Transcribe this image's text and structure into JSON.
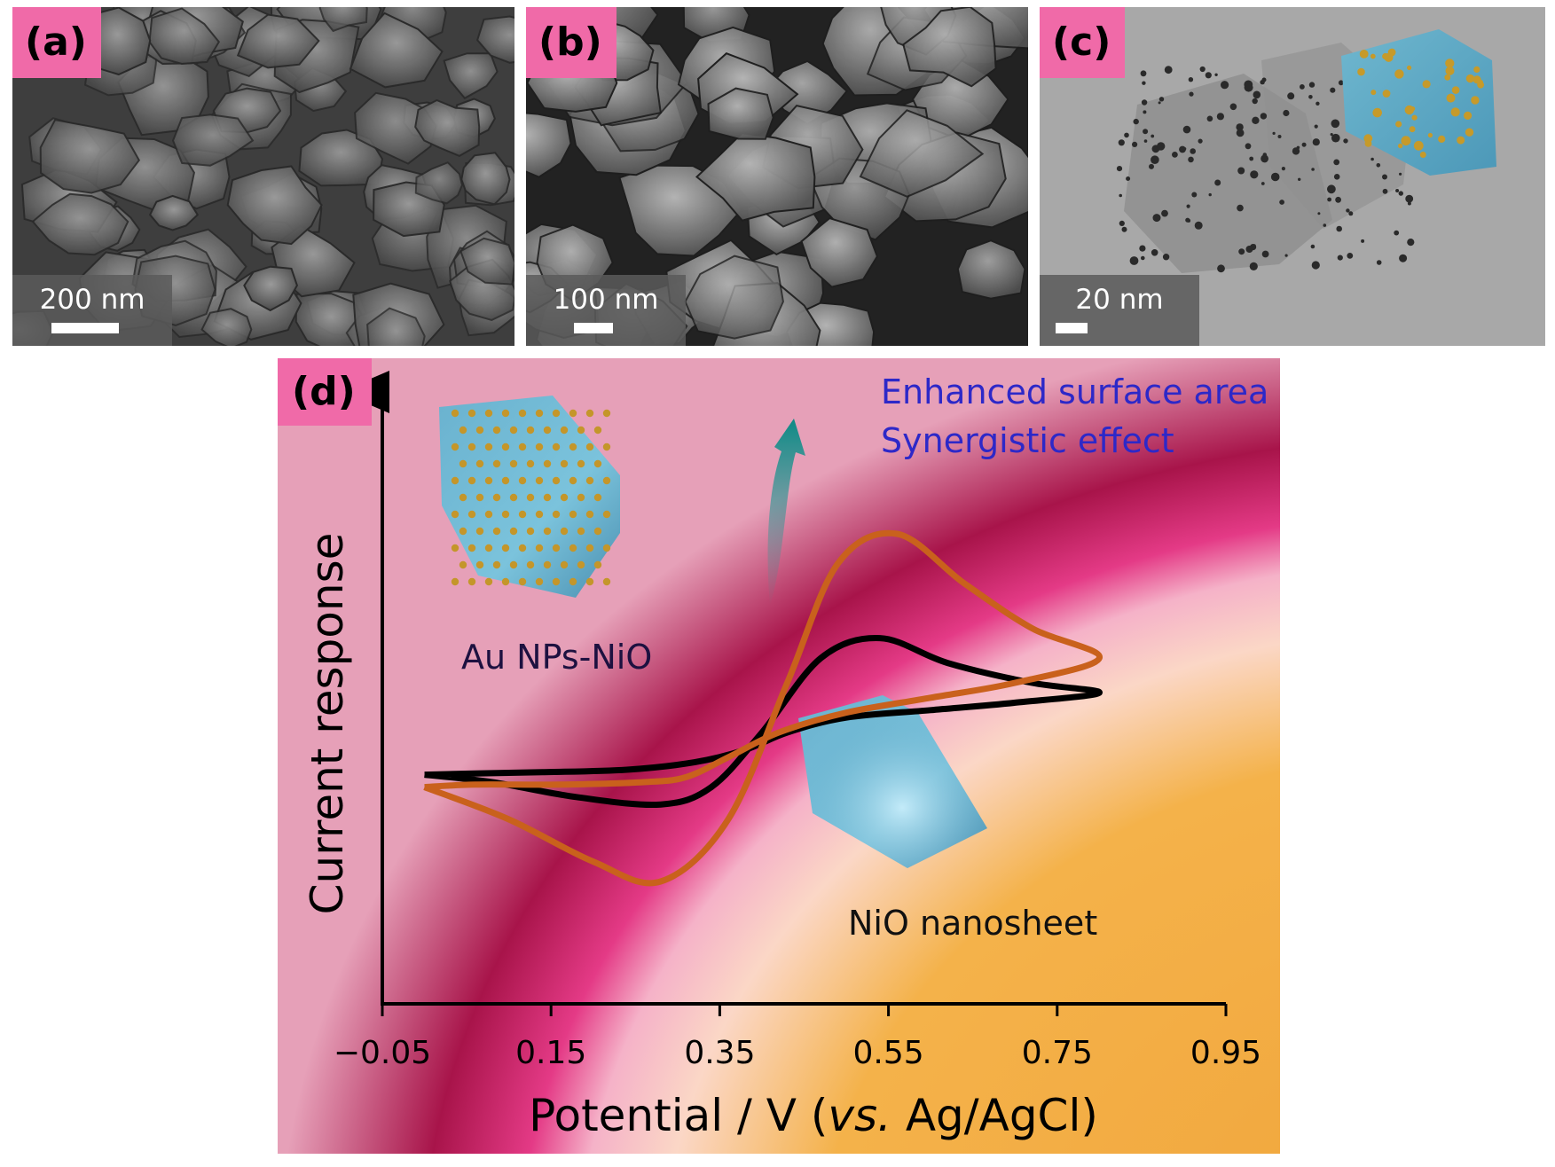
{
  "panels": {
    "a": {
      "label": "(a)",
      "scale_text": "200 nm"
    },
    "b": {
      "label": "(b)",
      "scale_text": "100 nm"
    },
    "c": {
      "label": "(c)",
      "scale_text": "20 nm"
    },
    "d": {
      "label": "(d)"
    }
  },
  "chart_data": {
    "type": "line",
    "xlabel": "Potential / V (vs. Ag/AgCl)",
    "ylabel": "Current response",
    "xlim": [
      -0.05,
      0.95
    ],
    "x_ticks": [
      "−0.05",
      "0.15",
      "0.35",
      "0.55",
      "0.75",
      "0.95"
    ],
    "annotations": {
      "line1": "Enhanced surface area",
      "line2": "Synergistic effect",
      "au_label": "Au NPs-NiO",
      "nio_label": "NiO nanosheet"
    },
    "colors": {
      "au_curve": "#c9611c",
      "nio_curve": "#000000",
      "text_blue": "#2d28c8",
      "text_dark": "#1d1140",
      "tag_pink": "#f06aa8",
      "arrow_teal": "#1aa39a"
    },
    "series": [
      {
        "name": "Au NPs-NiO",
        "color": "#c9611c",
        "note": "relative current (arbitrary units)",
        "x": [
          0.0,
          0.1,
          0.2,
          0.28,
          0.36,
          0.43,
          0.49,
          0.56,
          0.64,
          0.72,
          0.8,
          0.7,
          0.6,
          0.5,
          0.42,
          0.36,
          0.31,
          0.26,
          0.16,
          0.06,
          0.0
        ],
        "y": [
          -0.12,
          -0.25,
          -0.42,
          -0.5,
          -0.25,
          0.3,
          0.78,
          0.9,
          0.7,
          0.52,
          0.4,
          0.3,
          0.24,
          0.18,
          0.1,
          0.0,
          -0.08,
          -0.1,
          -0.11,
          -0.11,
          -0.12
        ]
      },
      {
        "name": "NiO nanosheet",
        "color": "#000000",
        "note": "relative current (arbitrary units)",
        "x": [
          0.0,
          0.08,
          0.18,
          0.28,
          0.34,
          0.4,
          0.47,
          0.54,
          0.62,
          0.72,
          0.8,
          0.7,
          0.6,
          0.5,
          0.43,
          0.38,
          0.32,
          0.24,
          0.14,
          0.06,
          0.0
        ],
        "y": [
          -0.07,
          -0.1,
          -0.16,
          -0.19,
          -0.12,
          0.1,
          0.4,
          0.48,
          0.38,
          0.3,
          0.26,
          0.22,
          0.19,
          0.16,
          0.1,
          0.03,
          -0.02,
          -0.05,
          -0.06,
          -0.065,
          -0.07
        ]
      }
    ]
  }
}
